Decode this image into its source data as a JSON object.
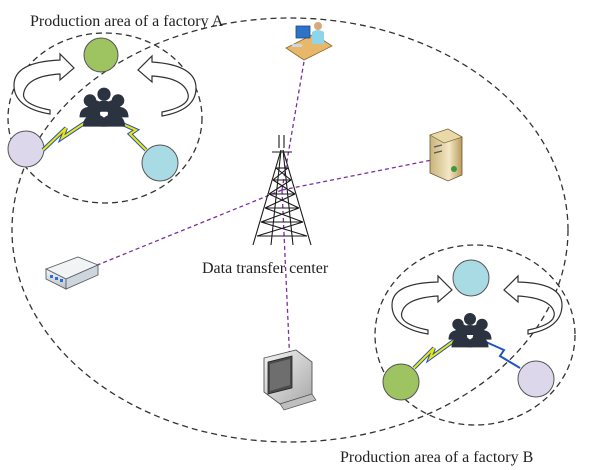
{
  "labels": {
    "factory_a": "Production area of a factory A",
    "factory_b": "Production area of a factory B",
    "center": "Data transfer center"
  },
  "colors": {
    "node_green": "#9dc461",
    "node_blue": "#a9dbe5",
    "node_lavender": "#ddd7ec",
    "link_dashed": "#7b2ea0",
    "lightning": "#f2e600",
    "lightning_edge": "#1f54c4",
    "tower": "#1a1a1a",
    "boundary": "#333333"
  },
  "icons": [
    "workstation-icon",
    "server-icon",
    "router-icon",
    "monitor-icon",
    "tower-icon",
    "people-group-icon",
    "cycle-arrows-icon",
    "lightning-icon"
  ]
}
